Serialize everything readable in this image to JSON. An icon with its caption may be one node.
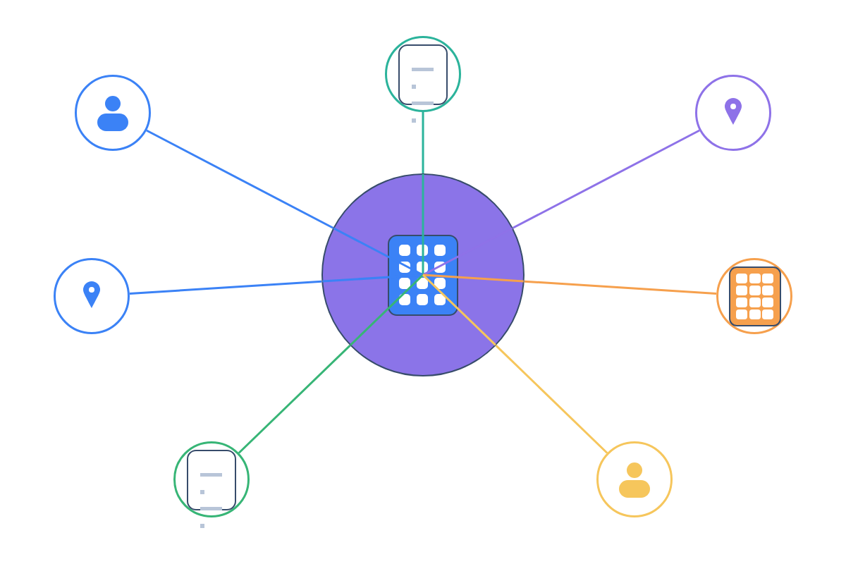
{
  "diagram": {
    "nodes": [
      {
        "text": [],
        "shape": "circle"
      },
      {
        "text": [],
        "shape": "circle"
      },
      {
        "text": [],
        "shape": "circle"
      },
      {
        "text": [],
        "shape": "circle"
      },
      {
        "text": [],
        "shape": "circle"
      },
      {
        "text": [],
        "shape": "circle"
      },
      {
        "text": [],
        "shape": "circle"
      },
      {
        "text": [],
        "shape": "circle"
      }
    ],
    "edges": [
      {
        "from": 0,
        "to": 1,
        "arrow": "none",
        "color": "#3b82f6"
      },
      {
        "from": 0,
        "to": 2,
        "arrow": "none",
        "color": "#2bb39b"
      },
      {
        "from": 0,
        "to": 3,
        "arrow": "none",
        "color": "#8e72e8"
      },
      {
        "from": 0,
        "to": 4,
        "arrow": "none",
        "color": "#3b82f6"
      },
      {
        "from": 0,
        "to": 5,
        "arrow": "none",
        "color": "#f6a04d"
      },
      {
        "from": 0,
        "to": 6,
        "arrow": "none",
        "color": "#37b576"
      },
      {
        "from": 0,
        "to": 7,
        "arrow": "none",
        "color": "#f6c65c"
      }
    ]
  }
}
